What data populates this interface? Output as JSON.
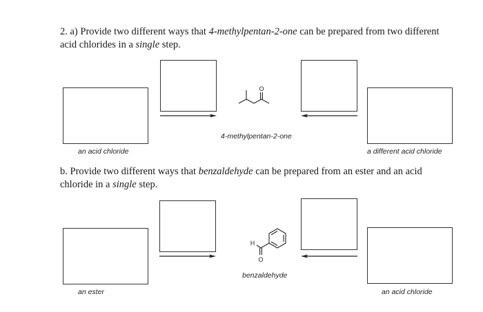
{
  "part_a": {
    "line1_prefix": "2. a) Provide two different ways that ",
    "line1_compound": "4-methylpentan-2-one",
    "line1_suffix": " can be prepared from two different",
    "line2_prefix": "acid chlorides in a ",
    "line2_emph": "single",
    "line2_suffix": " step.",
    "left_label": "an acid chloride",
    "center_label": "4-methylpentan-2-one",
    "right_label": "a different acid chloride",
    "carbonyl_atom": "O"
  },
  "part_b": {
    "line1_prefix": "b. Provide two different ways that ",
    "line1_compound": "benzaldehyde",
    "line1_suffix": " can be prepared from an ester and an acid",
    "line2_prefix": "chloride in a ",
    "line2_emph": "single",
    "line2_suffix": " step.",
    "left_label": "an ester",
    "center_label": "benzaldehyde",
    "right_label": "an acid chloride",
    "hydrogen_atom": "H",
    "carbonyl_atom": "O"
  }
}
